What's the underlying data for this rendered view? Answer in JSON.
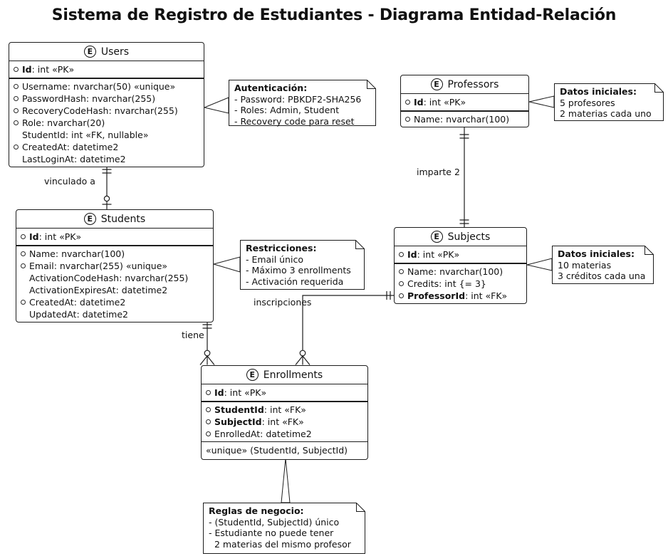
{
  "title": "Sistema de Registro de Estudiantes - Diagrama Entidad-Relación",
  "entities": {
    "users": {
      "spot": "E",
      "name": "Users",
      "pk_fields": [
        {
          "bullet": true,
          "bold": true,
          "name": "Id",
          "type": " : int «PK»"
        }
      ],
      "fields": [
        {
          "bullet": true,
          "bold": false,
          "name": "Username",
          "type": " : nvarchar(50) «unique»"
        },
        {
          "bullet": true,
          "bold": false,
          "name": "PasswordHash",
          "type": " : nvarchar(255)"
        },
        {
          "bullet": true,
          "bold": false,
          "name": "RecoveryCodeHash",
          "type": " : nvarchar(255)"
        },
        {
          "bullet": true,
          "bold": false,
          "name": "Role",
          "type": " : nvarchar(20)"
        },
        {
          "bullet": false,
          "bold": false,
          "name": "StudentId",
          "type": " : int «FK, nullable»"
        },
        {
          "bullet": true,
          "bold": false,
          "name": "CreatedAt",
          "type": " : datetime2"
        },
        {
          "bullet": false,
          "bold": false,
          "name": "LastLoginAt",
          "type": " : datetime2"
        }
      ]
    },
    "professors": {
      "spot": "E",
      "name": "Professors",
      "pk_fields": [
        {
          "bullet": true,
          "bold": true,
          "name": "Id",
          "type": " : int «PK»"
        }
      ],
      "fields": [
        {
          "bullet": true,
          "bold": false,
          "name": "Name",
          "type": " : nvarchar(100)"
        }
      ]
    },
    "students": {
      "spot": "E",
      "name": "Students",
      "pk_fields": [
        {
          "bullet": true,
          "bold": true,
          "name": "Id",
          "type": " : int «PK»"
        }
      ],
      "fields": [
        {
          "bullet": true,
          "bold": false,
          "name": "Name",
          "type": " : nvarchar(100)"
        },
        {
          "bullet": true,
          "bold": false,
          "name": "Email",
          "type": " : nvarchar(255) «unique»"
        },
        {
          "bullet": false,
          "bold": false,
          "name": "ActivationCodeHash",
          "type": " : nvarchar(255)"
        },
        {
          "bullet": false,
          "bold": false,
          "name": "ActivationExpiresAt",
          "type": " : datetime2"
        },
        {
          "bullet": true,
          "bold": false,
          "name": "CreatedAt",
          "type": " : datetime2"
        },
        {
          "bullet": false,
          "bold": false,
          "name": "UpdatedAt",
          "type": " : datetime2"
        }
      ]
    },
    "subjects": {
      "spot": "E",
      "name": "Subjects",
      "pk_fields": [
        {
          "bullet": true,
          "bold": true,
          "name": "Id",
          "type": " : int «PK»"
        }
      ],
      "fields": [
        {
          "bullet": true,
          "bold": false,
          "name": "Name",
          "type": " : nvarchar(100)"
        },
        {
          "bullet": true,
          "bold": false,
          "name": "Credits",
          "type": " : int {= 3}"
        },
        {
          "bullet": true,
          "bold": true,
          "name": "ProfessorId",
          "type": " : int «FK»"
        }
      ]
    },
    "enrollments": {
      "spot": "E",
      "name": "Enrollments",
      "pk_fields": [
        {
          "bullet": true,
          "bold": true,
          "name": "Id",
          "type": " : int «PK»"
        }
      ],
      "fields": [
        {
          "bullet": true,
          "bold": true,
          "name": "StudentId",
          "type": " : int «FK»"
        },
        {
          "bullet": true,
          "bold": true,
          "name": "SubjectId",
          "type": " : int «FK»"
        },
        {
          "bullet": true,
          "bold": false,
          "name": "EnrolledAt",
          "type": " : datetime2"
        }
      ],
      "footer": "«unique» (StudentId, SubjectId)"
    }
  },
  "notes": {
    "auth": {
      "title": "Autenticación:",
      "lines": [
        "- Password: PBKDF2-SHA256",
        "- Roles: Admin, Student",
        "- Recovery code para reset"
      ]
    },
    "professors_seed": {
      "title": "Datos iniciales:",
      "lines": [
        "5 profesores",
        "2 materias cada uno"
      ]
    },
    "restrictions": {
      "title": "Restricciones:",
      "lines": [
        "- Email único",
        "- Máximo 3 enrollments",
        "- Activación requerida"
      ]
    },
    "subjects_seed": {
      "title": "Datos iniciales:",
      "lines": [
        "10 materias",
        "3 créditos cada una"
      ]
    },
    "business_rules": {
      "title": "Reglas de negocio:",
      "lines": [
        "- (StudentId, SubjectId) único",
        "- Estudiante no puede tener",
        "  2 materias del mismo profesor"
      ]
    }
  },
  "relationships": [
    {
      "label": "vinculado a",
      "from": "Users",
      "to": "Students",
      "from_cardinality": "exactly one",
      "to_cardinality": "zero or one"
    },
    {
      "label": "imparte 2",
      "from": "Professors",
      "to": "Subjects",
      "from_cardinality": "exactly one",
      "to_cardinality": "exactly one"
    },
    {
      "label": "tiene",
      "from": "Students",
      "to": "Enrollments",
      "from_cardinality": "exactly one",
      "to_cardinality": "zero or many"
    },
    {
      "label": "inscripciones",
      "from": "Subjects",
      "to": "Enrollments",
      "from_cardinality": "exactly one",
      "to_cardinality": "zero or many"
    }
  ],
  "colors": {
    "line": "#1d1d1d",
    "background": "#ffffff",
    "text": "#111111"
  }
}
